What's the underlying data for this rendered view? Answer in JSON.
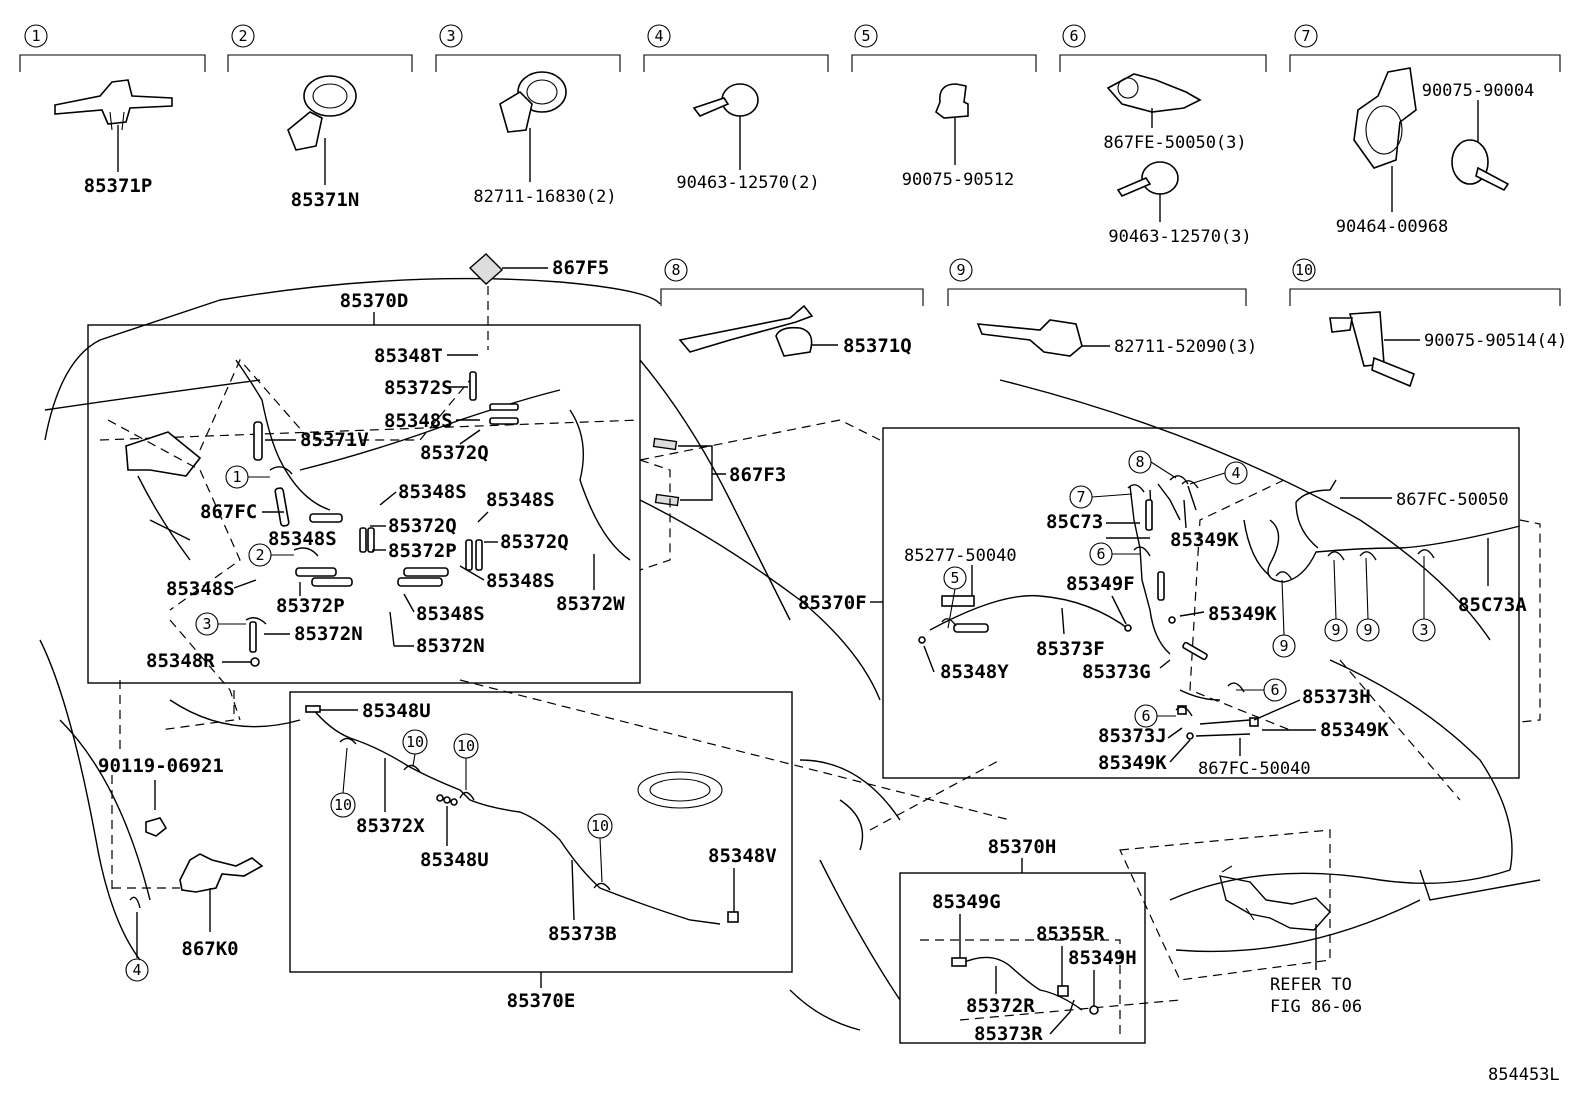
{
  "diagram": {
    "figure_id": "854453L",
    "group_numbers": [
      "1",
      "2",
      "3",
      "4",
      "5",
      "6",
      "7",
      "8",
      "9",
      "10"
    ],
    "clip_parts": {
      "g1": "85371P",
      "g2": "85371N",
      "g3": "82711-16830(2)",
      "g4": "90463-12570(2)",
      "g5": "90075-90512",
      "g6a": "867FE-50050(3)",
      "g6b": "90463-12570(3)",
      "g7a": "90075-90004",
      "g7b": "90464-00968",
      "g8": "85371Q",
      "g9": "82711-52090(3)",
      "g10": "90075-90514(4)"
    },
    "labels": {
      "p867F5": "867F5",
      "p867F3": "867F3",
      "p85370D": "85370D",
      "p85348T": "85348T",
      "p85372S": "85372S",
      "p85348S": "85348S",
      "p85371V": "85371V",
      "p85372Q": "85372Q",
      "p867FC": "867FC",
      "p85372P": "85372P",
      "p85372N": "85372N",
      "p85348R": "85348R",
      "p85372W": "85372W",
      "p90119": "90119-06921",
      "p867K0": "867K0",
      "p85348U": "85348U",
      "p85372X": "85372X",
      "p85348V": "85348V",
      "p85373B": "85373B",
      "p85370E": "85370E",
      "p85370F": "85370F",
      "p85277": "85277-50040",
      "p85C73": "85C73",
      "p85349K": "85349K",
      "p867FC50050": "867FC-50050",
      "p85C73A": "85C73A",
      "p85349F": "85349F",
      "p85373F": "85373F",
      "p85348Y": "85348Y",
      "p85373G": "85373G",
      "p85373H": "85373H",
      "p85373J": "85373J",
      "p867FC50040": "867FC-50040",
      "p85370H": "85370H",
      "p85349G": "85349G",
      "p85355R": "85355R",
      "p85349H": "85349H",
      "p85372R": "85372R",
      "p85373R": "85373R",
      "refer1": "REFER TO",
      "refer2": "FIG 86-06"
    }
  }
}
